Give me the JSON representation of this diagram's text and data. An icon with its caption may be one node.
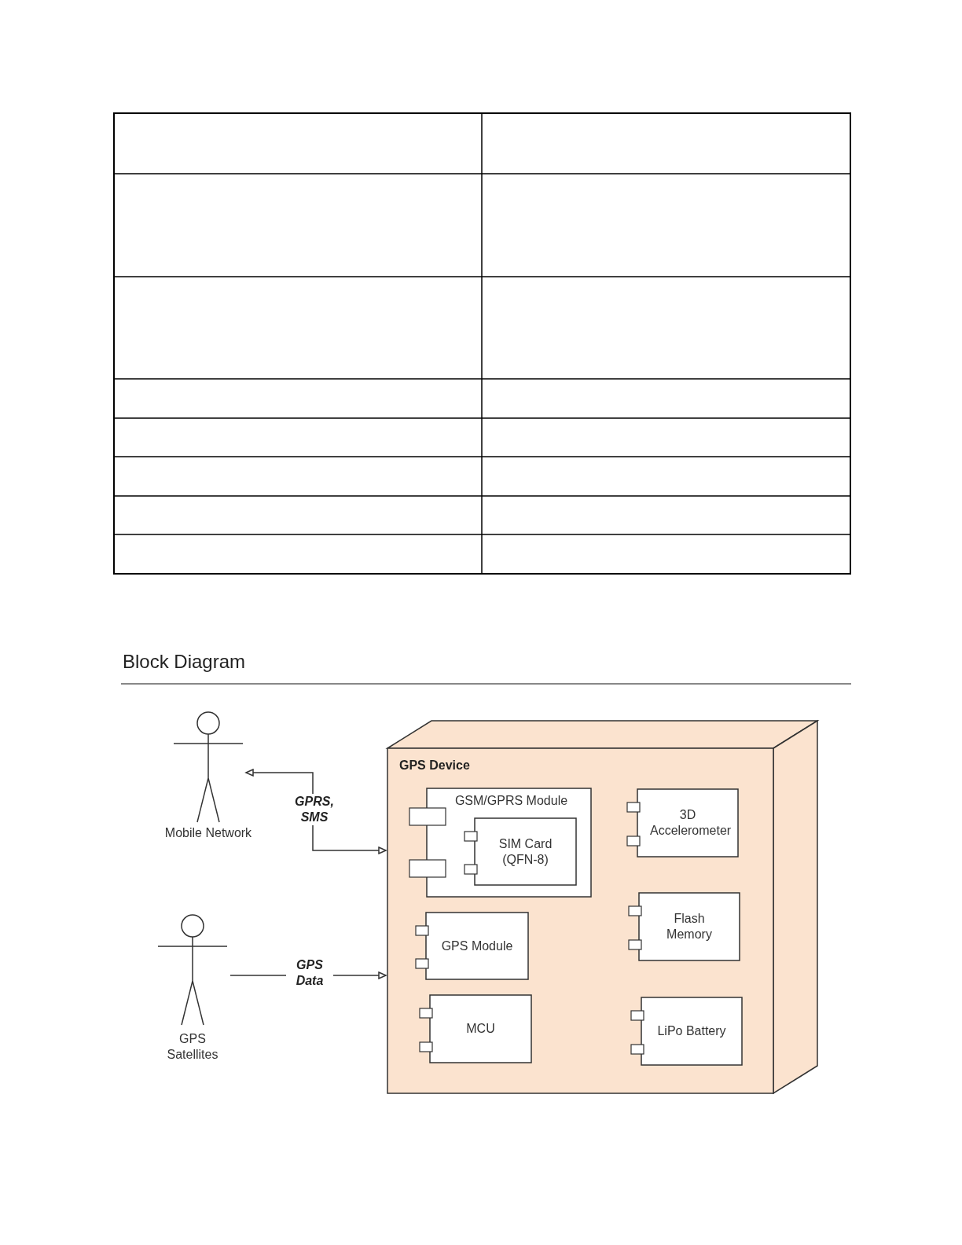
{
  "diagram": {
    "title": "Block Diagram",
    "nodes": [
      {
        "text": [
          "Mobile Network"
        ]
      },
      {
        "text": [
          "GPS Satellites"
        ]
      },
      {
        "text": [
          "GPS Device"
        ]
      },
      {
        "text": [
          "GSM/GPRS Module"
        ],
        "in": 2
      },
      {
        "text": [
          "SIM Card (QFN-8)"
        ],
        "in": 3
      },
      {
        "text": [
          "3D Accelerometer"
        ],
        "in": 2
      },
      {
        "text": [
          "GPS Module"
        ],
        "in": 2
      },
      {
        "text": [
          "Flash Memory"
        ],
        "in": 2
      },
      {
        "text": [
          "MCU"
        ],
        "in": 2
      },
      {
        "text": [
          "LiPo Battery"
        ],
        "in": 2
      }
    ],
    "edges": [
      {
        "from": 0,
        "to": 2,
        "arrow": "both",
        "label": "GPRS, SMS"
      },
      {
        "from": 1,
        "to": 2,
        "arrow": "to",
        "label": "GPS Data"
      }
    ]
  }
}
